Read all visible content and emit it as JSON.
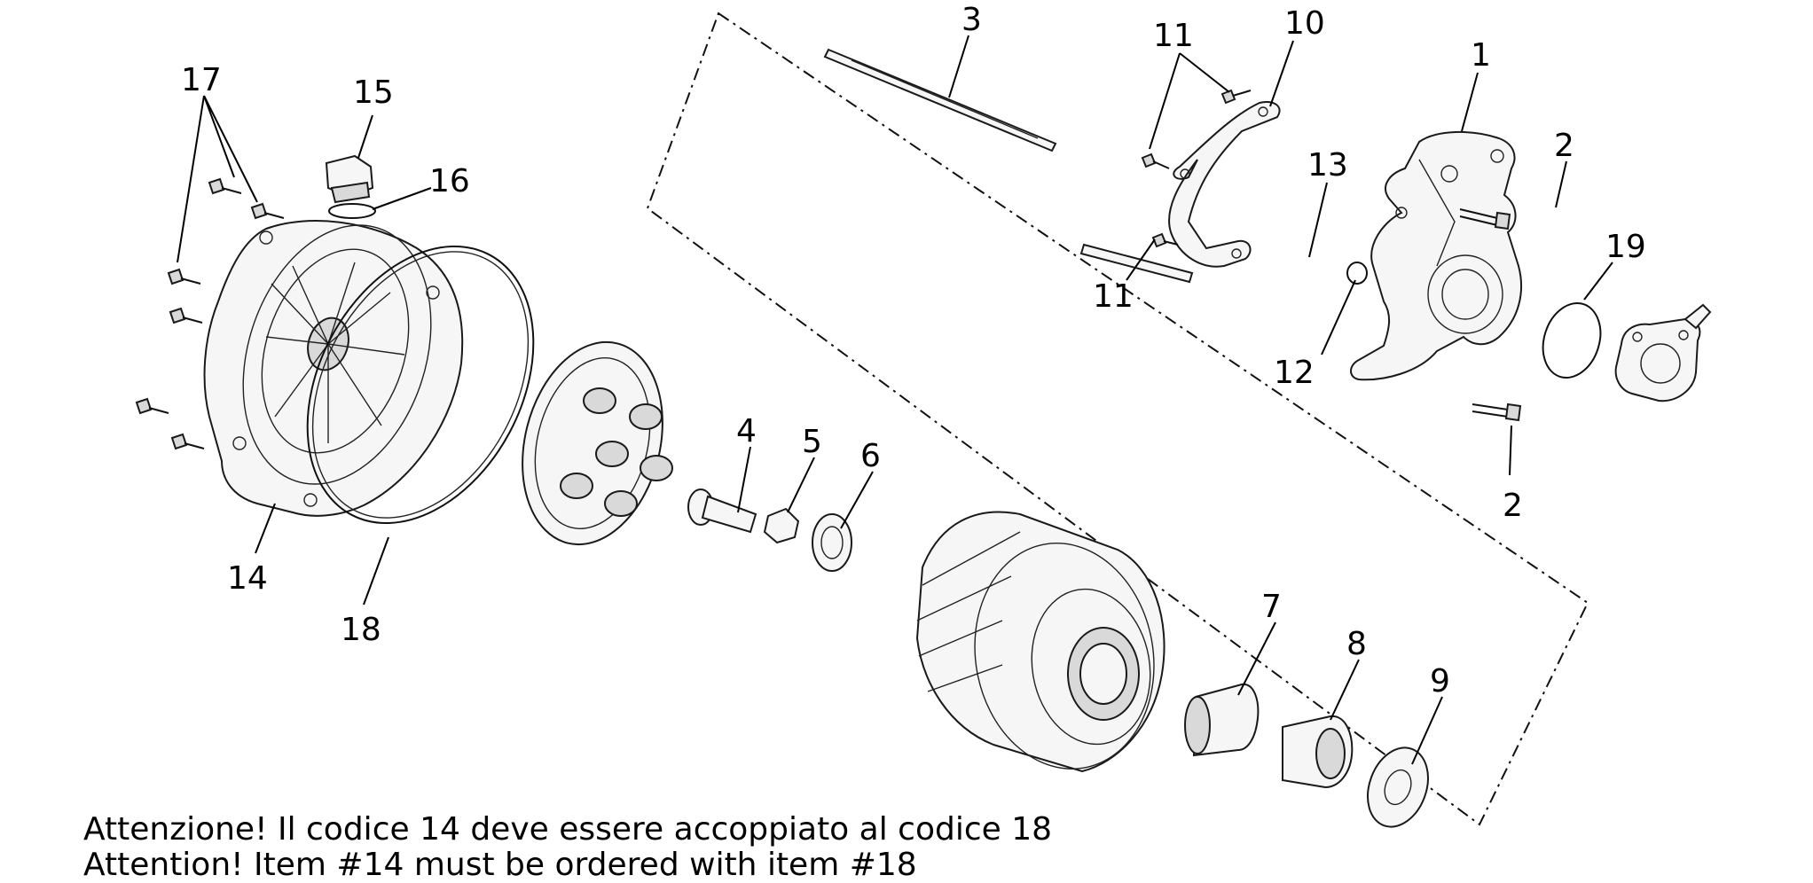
{
  "callouts": {
    "c1": "1",
    "c2a": "2",
    "c2b": "2",
    "c3": "3",
    "c4": "4",
    "c5": "5",
    "c6": "6",
    "c7": "7",
    "c8": "8",
    "c9": "9",
    "c10": "10",
    "c11a": "11",
    "c11b": "11",
    "c12": "12",
    "c13": "13",
    "c14": "14",
    "c15": "15",
    "c16": "16",
    "c17": "17",
    "c18": "18",
    "c19": "19"
  },
  "notes": {
    "italian": "Attenzione! Il codice 14 deve essere accoppiato al codice 18",
    "english": "Attention! Item #14 must be ordered with item #18"
  }
}
